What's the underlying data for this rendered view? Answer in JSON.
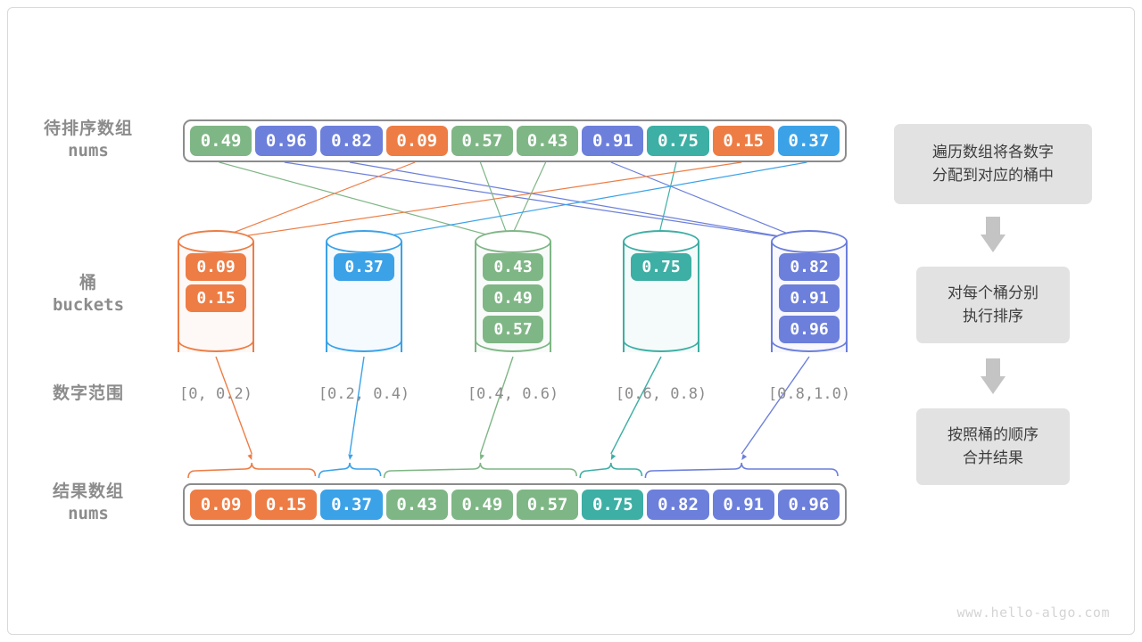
{
  "watermark": "www.hello-algo.com",
  "colors": {
    "orange": "#ed7d45",
    "blue": "#3ba2e8",
    "green": "#7fb685",
    "teal": "#3dafa4",
    "purple": "#6c7fdb",
    "gray_border": "#8c8c8c",
    "note_bg": "#e2e2e2",
    "arrow_gray": "#c4c4c4"
  },
  "rows": {
    "input": {
      "label_cn": "待排序数组",
      "label_en": "nums"
    },
    "buckets": {
      "label_cn": "桶",
      "label_en": "buckets"
    },
    "ranges": {
      "label_cn": "数字范围"
    },
    "output": {
      "label_cn": "结果数组",
      "label_en": "nums"
    }
  },
  "input_array": [
    {
      "value": "0.49",
      "color": "green"
    },
    {
      "value": "0.96",
      "color": "purple"
    },
    {
      "value": "0.82",
      "color": "purple"
    },
    {
      "value": "0.09",
      "color": "orange"
    },
    {
      "value": "0.57",
      "color": "green"
    },
    {
      "value": "0.43",
      "color": "green"
    },
    {
      "value": "0.91",
      "color": "purple"
    },
    {
      "value": "0.75",
      "color": "teal"
    },
    {
      "value": "0.15",
      "color": "orange"
    },
    {
      "value": "0.37",
      "color": "blue"
    }
  ],
  "buckets": [
    {
      "color": "orange",
      "range": "[0, 0.2)",
      "items": [
        "0.09",
        "0.15"
      ]
    },
    {
      "color": "blue",
      "range": "[0.2, 0.4)",
      "items": [
        "0.37"
      ]
    },
    {
      "color": "green",
      "range": "[0.4, 0.6)",
      "items": [
        "0.43",
        "0.49",
        "0.57"
      ]
    },
    {
      "color": "teal",
      "range": "[0.6, 0.8)",
      "items": [
        "0.75"
      ]
    },
    {
      "color": "purple",
      "range": "[0.8,1.0)",
      "items": [
        "0.82",
        "0.91",
        "0.96"
      ]
    }
  ],
  "output_array": [
    {
      "value": "0.09",
      "color": "orange"
    },
    {
      "value": "0.15",
      "color": "orange"
    },
    {
      "value": "0.37",
      "color": "blue"
    },
    {
      "value": "0.43",
      "color": "green"
    },
    {
      "value": "0.49",
      "color": "green"
    },
    {
      "value": "0.57",
      "color": "green"
    },
    {
      "value": "0.75",
      "color": "teal"
    },
    {
      "value": "0.82",
      "color": "purple"
    },
    {
      "value": "0.91",
      "color": "purple"
    },
    {
      "value": "0.96",
      "color": "purple"
    }
  ],
  "notes": [
    {
      "lines": [
        "遍历数组将各数字",
        "分配到对应的桶中"
      ]
    },
    {
      "lines": [
        "对每个桶分别",
        "执行排序"
      ]
    },
    {
      "lines": [
        "按照桶的顺序",
        "合并结果"
      ]
    }
  ]
}
